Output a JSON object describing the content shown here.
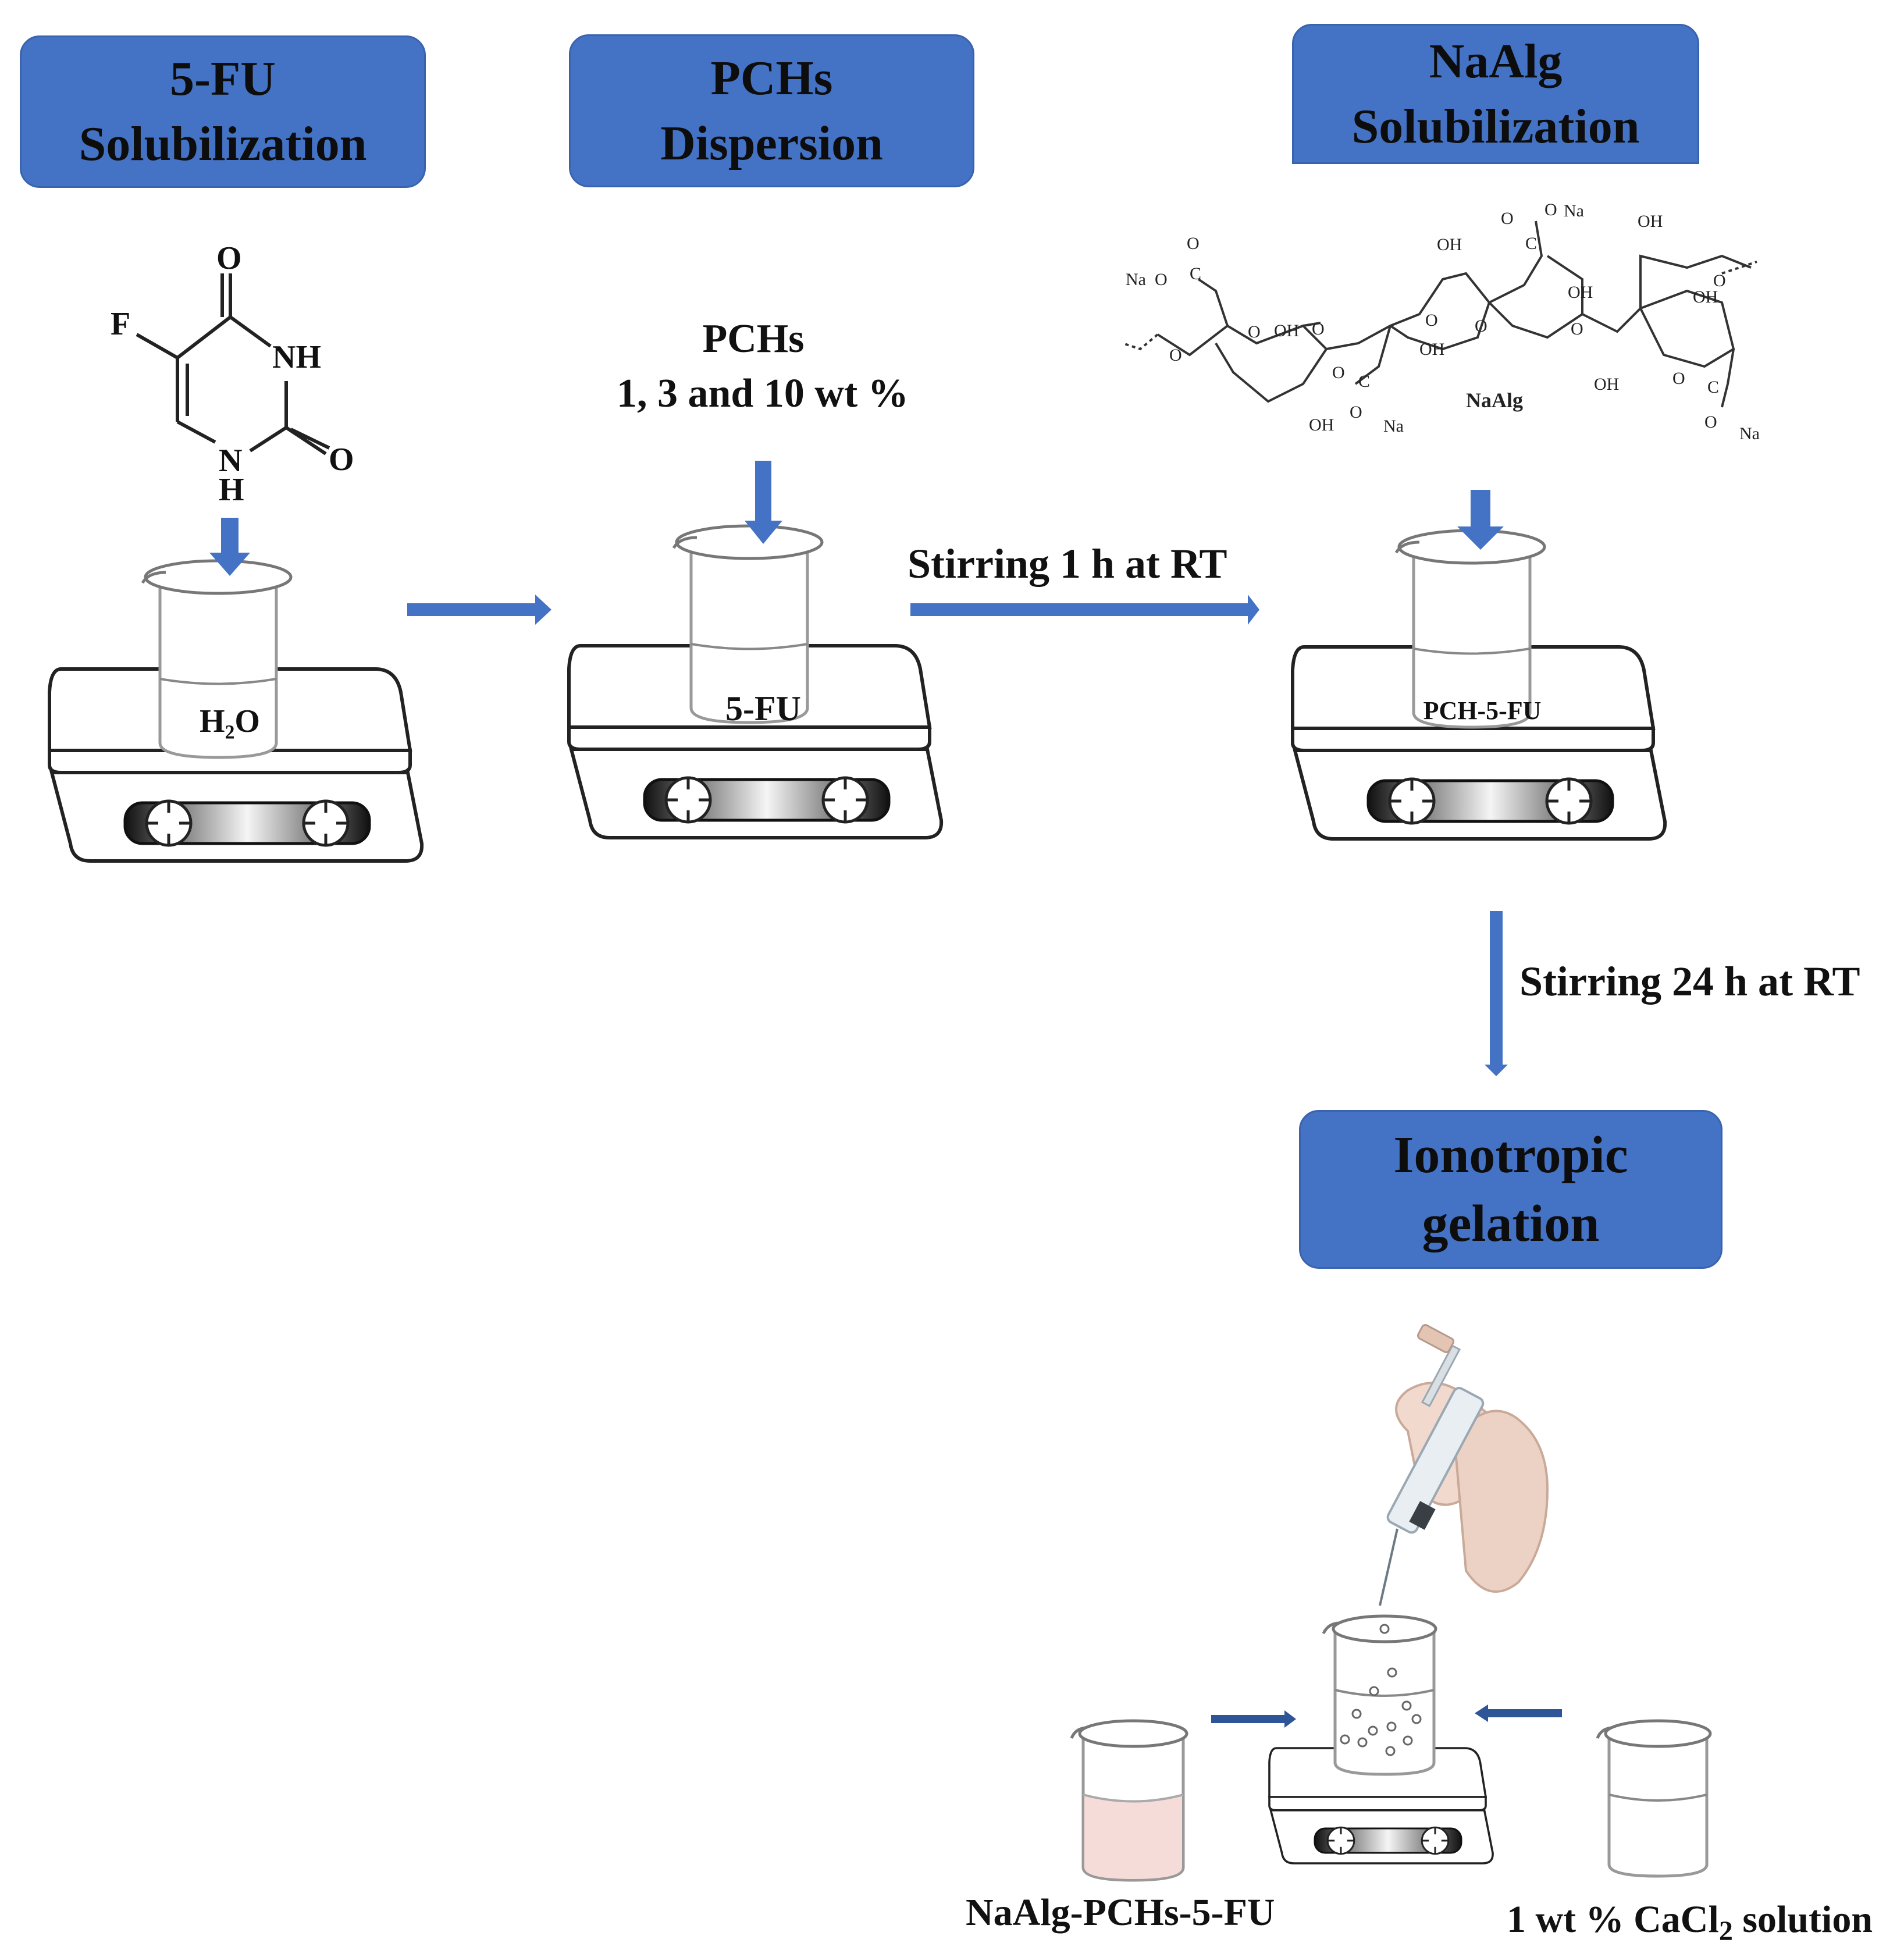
{
  "steps": {
    "fu_solubilization": "5-FU\nSolubilization",
    "pchs_dispersion": "PCHs\nDispersion",
    "naalg_solubilization": "NaAlg\nSolubilization",
    "ionotropic_gelation": "Ionotropic\ngelation"
  },
  "labels": {
    "pchs_amount_line1": "PCHs",
    "pchs_amount_line2": "1, 3 and 10 wt  %",
    "stirring_1h": "Stirring 1 h at RT",
    "stirring_24h": "Stirring 24 h at RT",
    "naalg_pchs_5fu": "NaAlg-PCHs-5-FU",
    "cacl2_prefix": "1 wt  % CaCl",
    "cacl2_sub": "2",
    "cacl2_suffix": " solution"
  },
  "beakers": {
    "water": "H₂O",
    "fu": "5-FU",
    "pch_5fu": "PCH-5-FU"
  },
  "fu_structure": {
    "F": "F",
    "O_top": "O",
    "NH": "NH",
    "O_right": "O",
    "N": "N",
    "H": "H"
  },
  "naalg_structure": {
    "name": "NaAlg",
    "OH": "OH",
    "O": "O",
    "Na": "Na",
    "C": "C"
  },
  "colors": {
    "box_fill": "#4472c4",
    "arrow": "#4472c4",
    "solution_pink": "#f6dcd8"
  }
}
